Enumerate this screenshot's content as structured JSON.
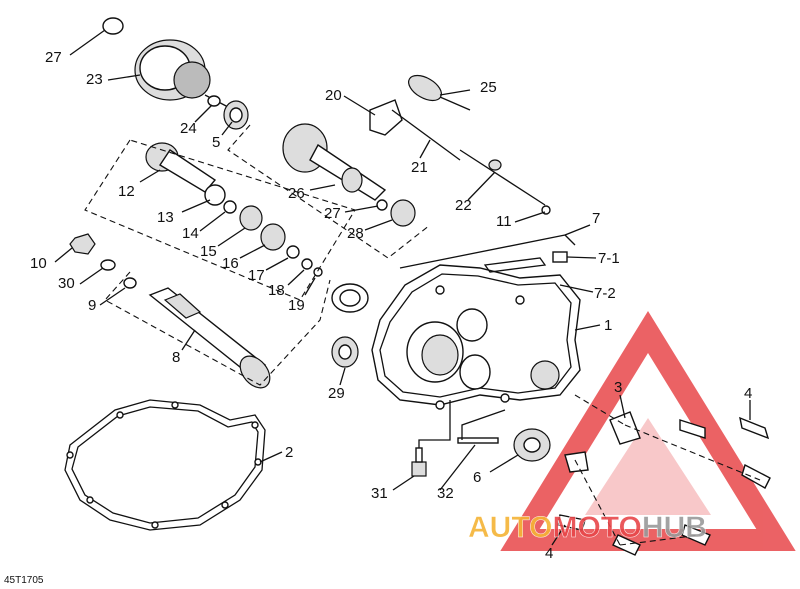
{
  "diagram": {
    "code": "45T1705",
    "labels": {
      "p1": "1",
      "p2": "2",
      "p3": "3",
      "p4a": "4",
      "p4b": "4",
      "p5": "5",
      "p6": "6",
      "p7": "7",
      "p7_1": "7-1",
      "p7_2": "7-2",
      "p8": "8",
      "p9": "9",
      "p10": "10",
      "p11": "11",
      "p12": "12",
      "p13": "13",
      "p14": "14",
      "p15": "15",
      "p16": "16",
      "p17": "17",
      "p18": "18",
      "p19": "19",
      "p20": "20",
      "p21": "21",
      "p22": "22",
      "p23": "23",
      "p24": "24",
      "p25": "25",
      "p26": "26",
      "p27a": "27",
      "p27b": "27",
      "p28": "28",
      "p29": "29",
      "p30": "30",
      "p31": "31",
      "p32": "32"
    }
  },
  "watermark": {
    "part1": "AUTO",
    "part2": "MOTO",
    "part3": "HUB",
    "colors": {
      "red": "#e8474a",
      "orange": "#f5b335",
      "gray": "#9a9a9a"
    }
  }
}
